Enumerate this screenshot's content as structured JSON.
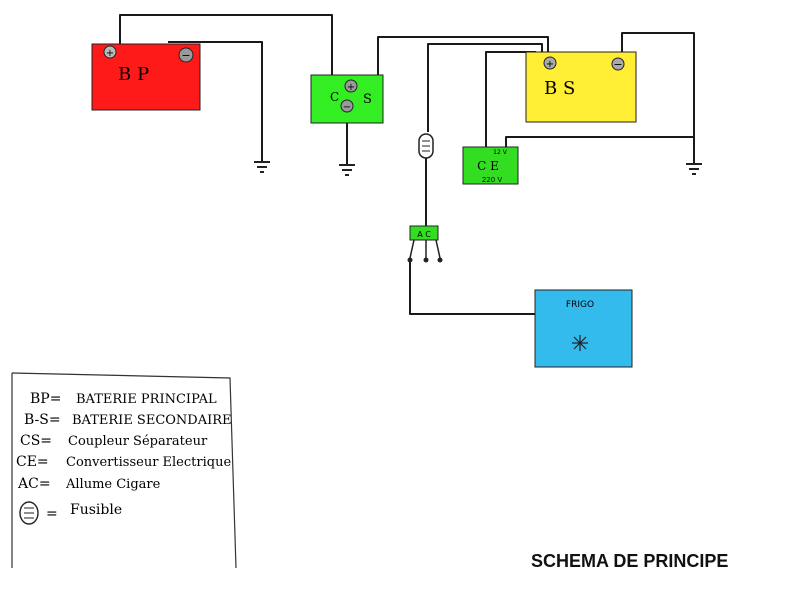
{
  "title": "SCHEMA DE PRINCIPE",
  "colors": {
    "bp": "#ff1a1a",
    "cs": "#33ee22",
    "bs": "#ffee33",
    "ce": "#33dd22",
    "ac": "#33dd22",
    "frigo": "#33bbee",
    "wire": "#1a1a1a"
  },
  "components": {
    "bp": {
      "label": "B P",
      "plus": "+",
      "minus": "−"
    },
    "cs": {
      "label_c": "C",
      "label_s": "S",
      "plus": "+",
      "minus": "−"
    },
    "bs": {
      "label": "B S",
      "plus": "+",
      "minus": "−"
    },
    "ce": {
      "top": "12 V",
      "label": "C E",
      "bottom": "220 V"
    },
    "ac": {
      "label": "A C"
    },
    "frigo": {
      "label": "FRIGO",
      "icon": "snowflake-icon"
    },
    "fuse": {
      "icon": "fuse-icon"
    },
    "ground": {
      "icon": "ground-icon"
    }
  },
  "legend": [
    {
      "code": "BP=",
      "text": "BATERIE PRINCIPAL"
    },
    {
      "code": "B-S=",
      "text": "BATERIE SECONDAIRE"
    },
    {
      "code": "CS=",
      "text": "Coupleur Séparateur"
    },
    {
      "code": "CE=",
      "text": "Convertisseur Electrique"
    },
    {
      "code": "AC=",
      "text": "Allume Cigare"
    },
    {
      "code": "=",
      "text": "Fusible",
      "icon": "fuse-icon"
    }
  ]
}
